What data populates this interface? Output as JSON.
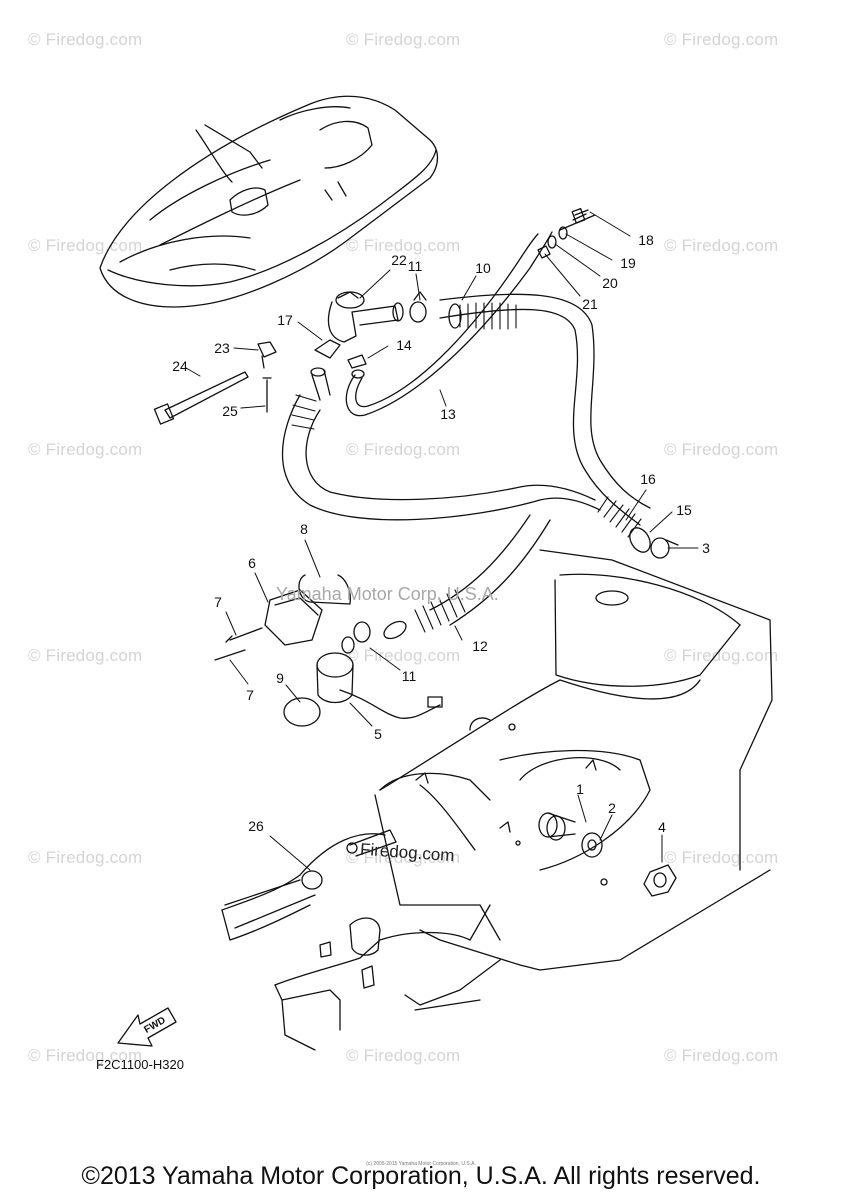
{
  "watermark": {
    "text": "Firedog.com",
    "copyright_symbol": "©",
    "positions_count": 18
  },
  "center_watermark": "Yamaha Motor Corp, U.S.A.",
  "stamp_text": "Firedog.com",
  "drawing_code": "F2C1100-H320",
  "fwd_arrow_label": "FWD",
  "copyright": "©2013 Yamaha Motor Corporation, U.S.A. All rights reserved.",
  "fine_print": "(c) 2005-2015 Yamaha Motor Corporation, U.S.A.",
  "callouts": {
    "c1": "1",
    "c2": "2",
    "c3": "3",
    "c4": "4",
    "c5": "5",
    "c6": "6",
    "c7a": "7",
    "c7b": "7",
    "c8": "8",
    "c9": "9",
    "c10": "10",
    "c11a": "11",
    "c11b": "11",
    "c12": "12",
    "c13": "13",
    "c14": "14",
    "c15": "15",
    "c16": "16",
    "c17": "17",
    "c18": "18",
    "c19": "19",
    "c20": "20",
    "c21": "21",
    "c22": "22",
    "c23": "23",
    "c24": "24",
    "c25": "25",
    "c26": "26"
  }
}
